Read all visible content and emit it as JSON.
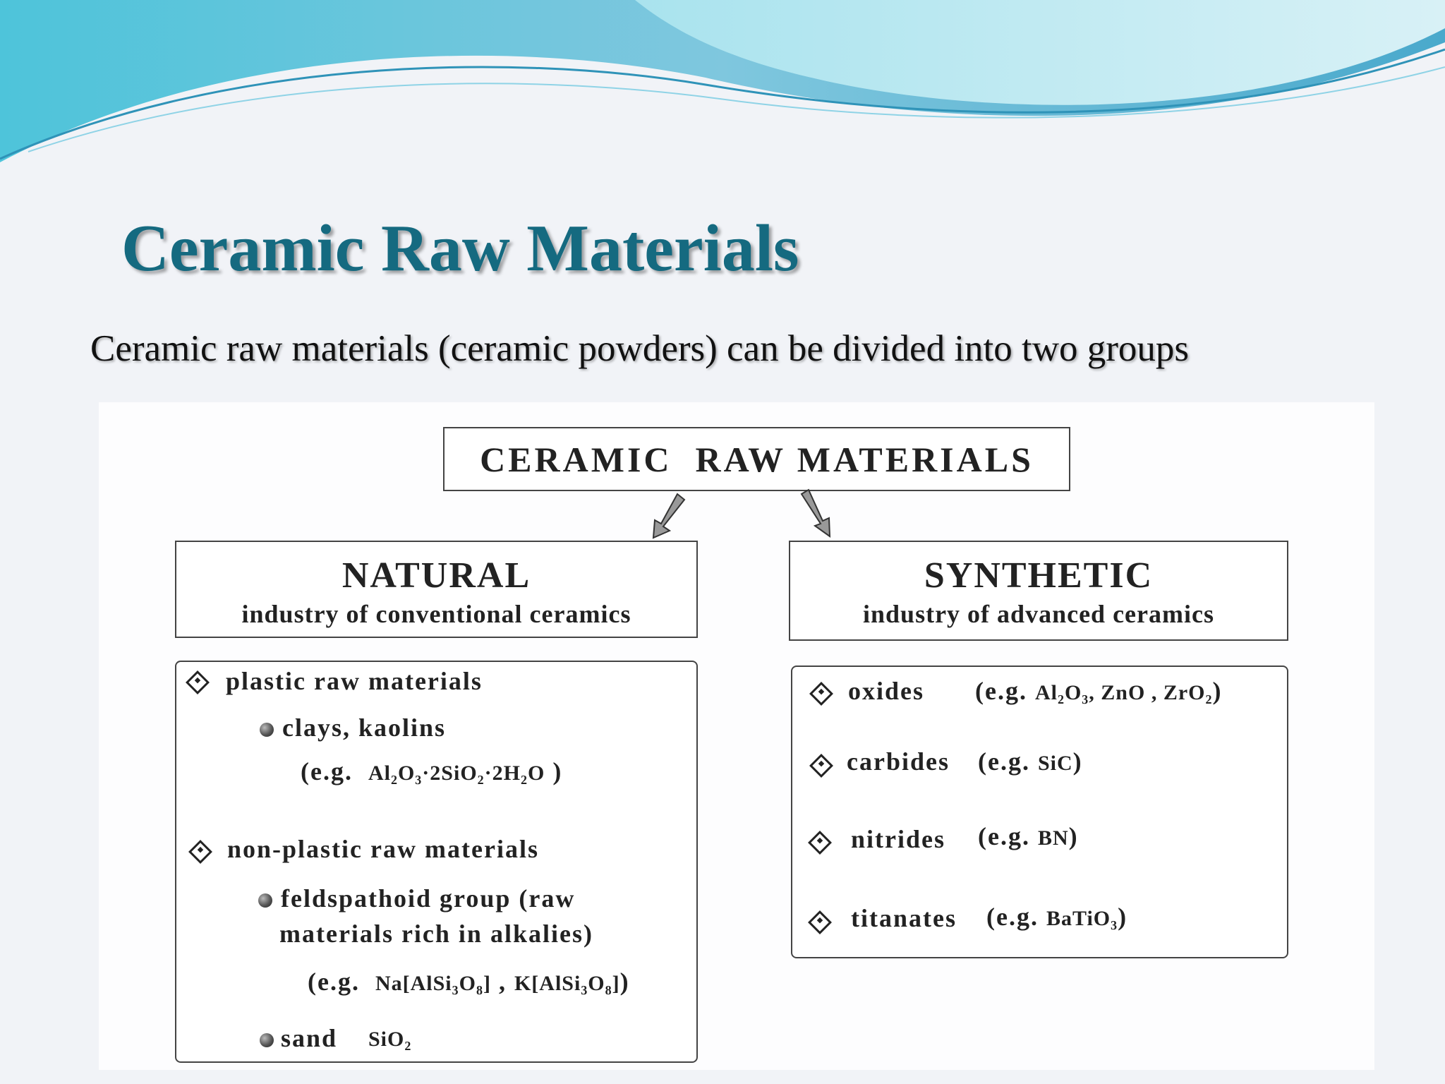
{
  "slide": {
    "title": "Ceramic Raw Materials",
    "subtitle": "Ceramic raw materials (ceramic powders) can be divided into two groups"
  },
  "diagram": {
    "root": "CERAMIC  RAW MATERIALS",
    "natural": {
      "name": "NATURAL",
      "description": "industry of conventional ceramics",
      "plastic_heading": "plastic raw materials",
      "clays_label": "clays, kaolins",
      "clays_example_prefix": "(e.g.",
      "clays_example_suffix": ")",
      "nonplastic_heading": "non-plastic raw materials",
      "feldspathoid_line1": "feldspathoid group (raw",
      "feldspathoid_line2": "materials rich in alkalies)",
      "feldspathoid_example_prefix": "(e.g.",
      "feldspathoid_example_sep": ",",
      "feldspathoid_example_suffix": ")",
      "sand_label": "sand"
    },
    "synthetic": {
      "name": "SYNTHETIC",
      "description": "industry of advanced ceramics",
      "oxides_label": "oxides",
      "carbides_label": "carbides",
      "nitrides_label": "nitrides",
      "titanates_label": "titanates",
      "example_prefix": "(e.g.",
      "example_suffix": ")"
    },
    "formulas": {
      "clay": "Al₂O₃·2SiO₂·2H₂O",
      "na_feldspar": "Na[AlSi₃O₈]",
      "k_feldspar": "K[AlSi₃O₈]",
      "sand": "SiO₂",
      "oxides": "Al₂O₃, ZnO , ZrO₂",
      "carbide": "SiC",
      "nitride": "BN",
      "titanate": "BaTiO₃"
    }
  },
  "colors": {
    "title": "#156a80",
    "wave_light": "#bfe9f3",
    "wave_mid": "#6fc6de",
    "wave_dark": "#3aa6c8"
  }
}
